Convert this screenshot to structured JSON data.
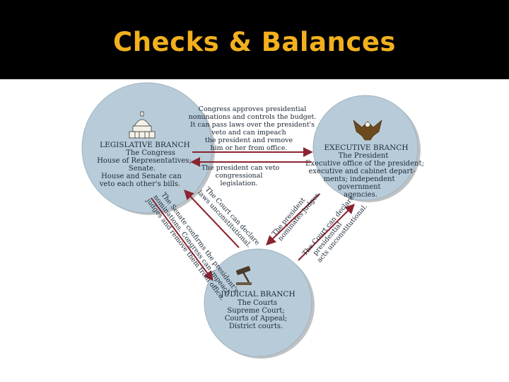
{
  "slide": {
    "title": "Checks & Balances",
    "title_color": "#f2b01e",
    "header_color": "#000000"
  },
  "colors": {
    "circle_fill": "#b8cbd8",
    "circle_shadow": "#8a8f94",
    "arrow": "#8a2430",
    "text": "#1b2836"
  },
  "legislative": {
    "icon": "capitol-dome-icon",
    "title": "LEGISLATIVE BRANCH",
    "subtitle": "The Congress",
    "lines": [
      "House of Representatives;",
      "Senate.",
      "House and Senate can",
      "veto each other's bills."
    ]
  },
  "executive": {
    "icon": "eagle-seal-icon",
    "title": "EXECUTIVE BRANCH",
    "subtitle": "The President",
    "lines": [
      "Executive office of the president;",
      "executive and cabinet depart-",
      "ments; independent",
      "government",
      "agencies."
    ]
  },
  "judicial": {
    "icon": "gavel-icon",
    "title": "JUDICIAL BRANCH",
    "subtitle": "The   Courts",
    "lines": [
      "Supreme Court;",
      "Courts of Appeal;",
      "District courts."
    ]
  },
  "checks": {
    "congress_over_president": [
      "Congress approves presidential",
      "nominations and controls the budget.",
      "It can pass laws over the president's",
      "veto and can impeach",
      "the president and remove",
      "him or her from office."
    ],
    "president_over_congress": [
      "The president can veto",
      "congressional",
      "legislation."
    ],
    "court_over_congress": [
      "The Court can declare",
      "laws unconstitutional."
    ],
    "senate_over_courts": [
      "The Senate confirms the president's",
      "nominations. Congress can impeach",
      "judges and remove them from office."
    ],
    "president_over_courts": [
      "The president",
      "nominates judges."
    ],
    "court_over_president": [
      "The Court can declare",
      "presidential",
      "acts unconstitutional."
    ]
  }
}
